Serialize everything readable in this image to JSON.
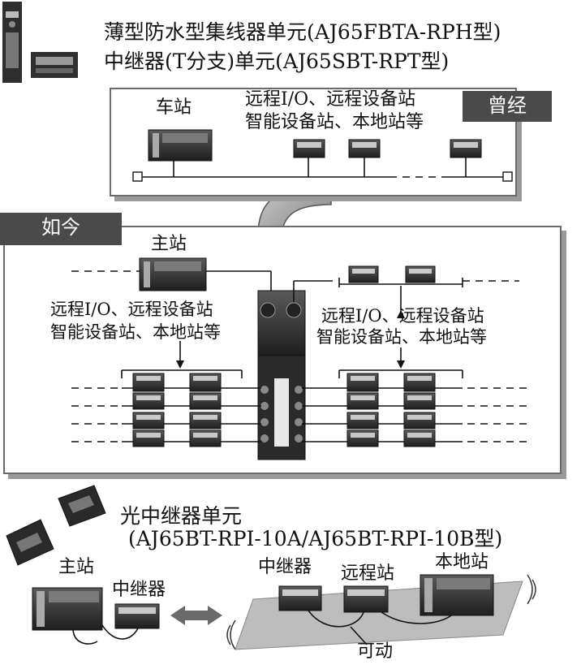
{
  "header": {
    "title_line1": "薄型防水型集线器单元(AJ65FBTA-RPH型)",
    "title_line2": "中继器(T分支)单元(AJ65SBT-RPT型)"
  },
  "before": {
    "tab": "曾经",
    "master_label": "车站",
    "remote_line1": "远程I/O、远程设备站",
    "remote_line2": "智能设备站、本地站等"
  },
  "now": {
    "tab": "如今",
    "master_label": "主站",
    "left_line1": "远程I/O、远程设备站",
    "left_line2": "智能设备站、本地站等",
    "right_line1": "远程I/O、远程设备站",
    "right_line2": "智能设备站、本地站等"
  },
  "optical": {
    "title_line1": "光中继器单元",
    "title_line2": "(AJ65BT-RPI-10A/AJ65BT-RPI-10B型)",
    "master_label": "主站",
    "repeater_label": "中继器",
    "platform_repeater_label": "中继器",
    "remote_label": "远程站",
    "local_label": "本地站",
    "movable_label": "可动"
  },
  "colors": {
    "panel_border": "#6a6a6a",
    "tab_bg": "#4a4a4a",
    "platform": "#bdbdbd",
    "arrow": "#8a8a8a"
  }
}
